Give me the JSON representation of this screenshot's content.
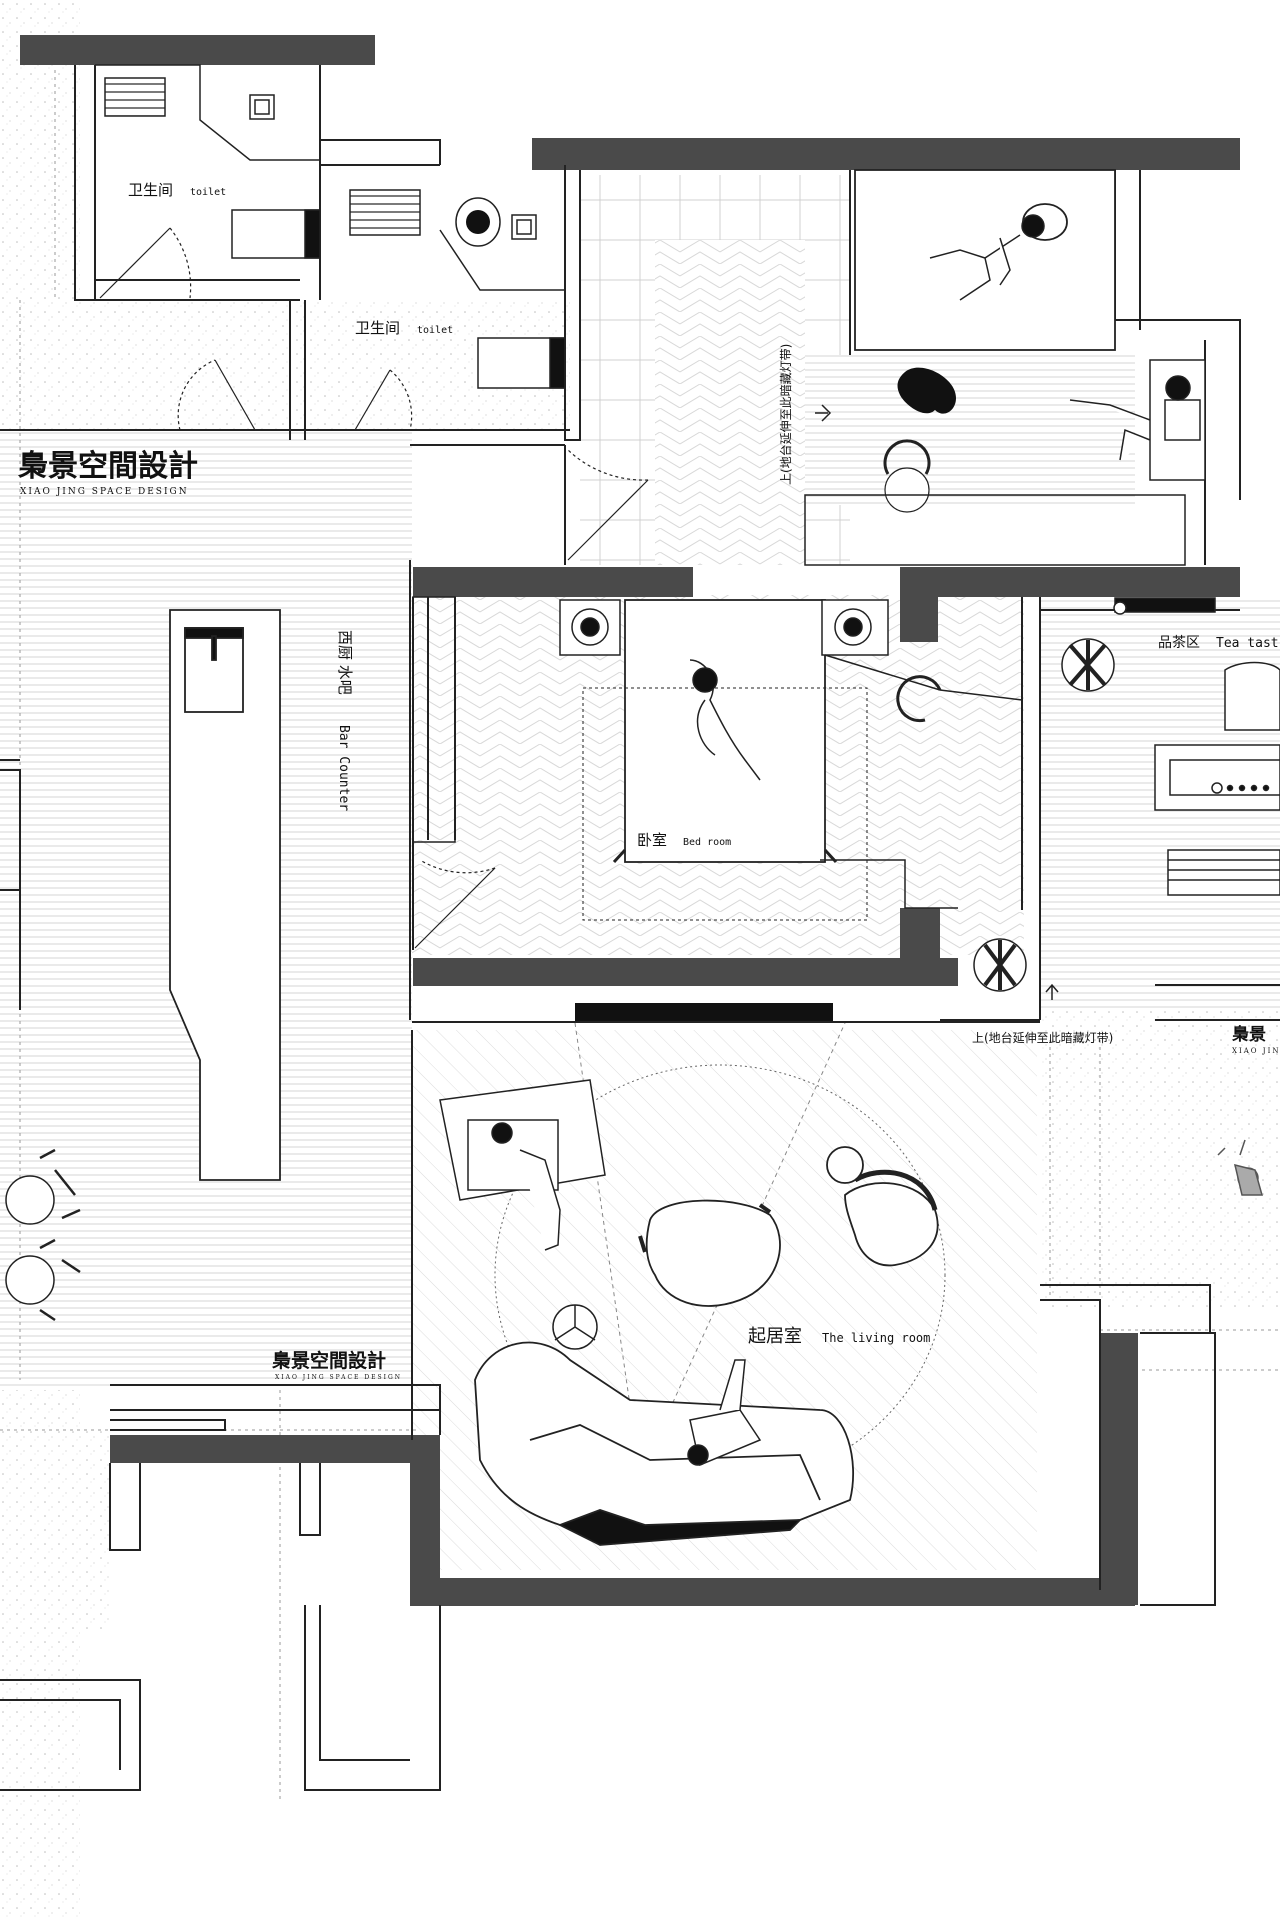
{
  "brand": {
    "name_cn": "梟景空間設計",
    "name_en": "XIAO JING SPACE DESIGN"
  },
  "rooms": {
    "toilet_1": {
      "cn": "卫生间",
      "en": "toilet"
    },
    "toilet_2": {
      "cn": "卫生间",
      "en": "toilet"
    },
    "bar": {
      "cn": "西厨 水吧",
      "en": "Bar Counter"
    },
    "bedroom": {
      "cn": "卧室",
      "en": "Bed room"
    },
    "tea": {
      "cn": "品茶区",
      "en": "Tea tast"
    },
    "living": {
      "cn": "起居室",
      "en": "The living room"
    }
  },
  "notes": {
    "platform_vertical": "上(地台延伸至此暗藏灯带)",
    "platform_horizontal": "上(地台延伸至此暗藏灯带)",
    "brand_cut": "梟景"
  },
  "colors": {
    "wall": "#4a4a4a",
    "line": "#222222",
    "hatch": "#d8d8d8",
    "background": "#ffffff"
  }
}
